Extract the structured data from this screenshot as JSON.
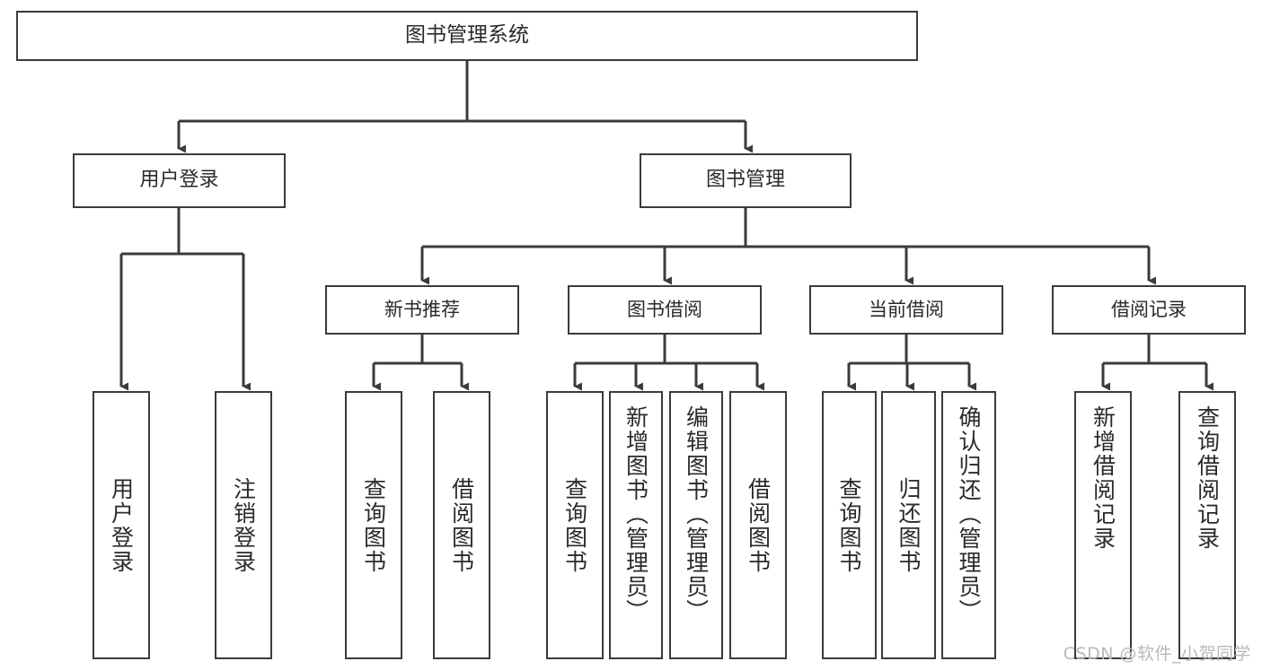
{
  "diagram": {
    "title": "图书管理系统",
    "type": "tree",
    "orientation": "top-down",
    "colors": {
      "box_border": "#3b3b3b",
      "box_fill": "#ffffff",
      "connector": "#3b3b3b",
      "text": "#2a2a2a",
      "watermark": "#b9b9b9"
    },
    "root": {
      "label": "图书管理系统"
    },
    "level1": [
      {
        "label": "用户登录"
      },
      {
        "label": "图书管理"
      }
    ],
    "level2": [
      {
        "label": "新书推荐"
      },
      {
        "label": "图书借阅"
      },
      {
        "label": "当前借阅"
      },
      {
        "label": "借阅记录"
      }
    ],
    "leaves": {
      "user_login": [
        {
          "label": "用户登录"
        },
        {
          "label": "注销登录"
        }
      ],
      "new_book_recommend": [
        {
          "label": "查询图书"
        },
        {
          "label": "借阅图书"
        }
      ],
      "book_borrow": [
        {
          "label": "查询图书"
        },
        {
          "label": "新增图书（管理员）"
        },
        {
          "label": "编辑图书（管理员）"
        },
        {
          "label": "借阅图书"
        }
      ],
      "current_borrow": [
        {
          "label": "查询图书"
        },
        {
          "label": "归还图书"
        },
        {
          "label": "确认归还（管理员）"
        }
      ],
      "borrow_records": [
        {
          "label": "新增借阅记录"
        },
        {
          "label": "查询借阅记录"
        }
      ]
    }
  },
  "watermark": {
    "text": "CSDN @软件_小贺同学"
  }
}
